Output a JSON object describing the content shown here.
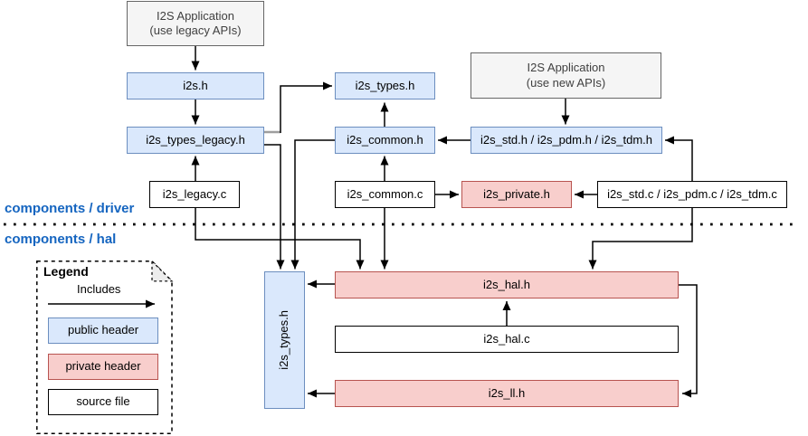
{
  "diagram": {
    "regions": {
      "driver_label": "components / driver",
      "hal_label": "components / hal"
    },
    "nodes": {
      "app_legacy": {
        "line1": "I2S Application",
        "line2": "(use legacy APIs)"
      },
      "app_new": {
        "line1": "I2S Application",
        "line2": "(use new APIs)"
      },
      "i2s_h": {
        "label": "i2s.h"
      },
      "types_legacy_h": {
        "label": "i2s_types_legacy.h"
      },
      "legacy_c": {
        "label": "i2s_legacy.c"
      },
      "types_h": {
        "label": "i2s_types.h"
      },
      "common_h": {
        "label": "i2s_common.h"
      },
      "common_c": {
        "label": "i2s_common.c"
      },
      "private_h": {
        "label": "i2s_private.h"
      },
      "std_h": {
        "label": "i2s_std.h / i2s_pdm.h / i2s_tdm.h"
      },
      "std_c": {
        "label": "i2s_std.c / i2s_pdm.c / i2s_tdm.c"
      },
      "types_h_hal": {
        "label": "i2s_types.h"
      },
      "hal_h": {
        "label": "i2s_hal.h"
      },
      "hal_c": {
        "label": "i2s_hal.c"
      },
      "ll_h": {
        "label": "i2s_ll.h"
      }
    },
    "legend": {
      "title": "Legend",
      "includes_label": "Includes",
      "public_header": "public header",
      "private_header": "private header",
      "source_file": "source file"
    },
    "colors": {
      "public_header_fill": "#dae8fc",
      "public_header_border": "#6c8ebf",
      "private_header_fill": "#f8cecc",
      "private_header_border": "#b85450",
      "app_fill": "#f5f5f5",
      "app_border": "#666666",
      "region_label_color": "#1565c0",
      "edge_color": "#000000"
    }
  }
}
